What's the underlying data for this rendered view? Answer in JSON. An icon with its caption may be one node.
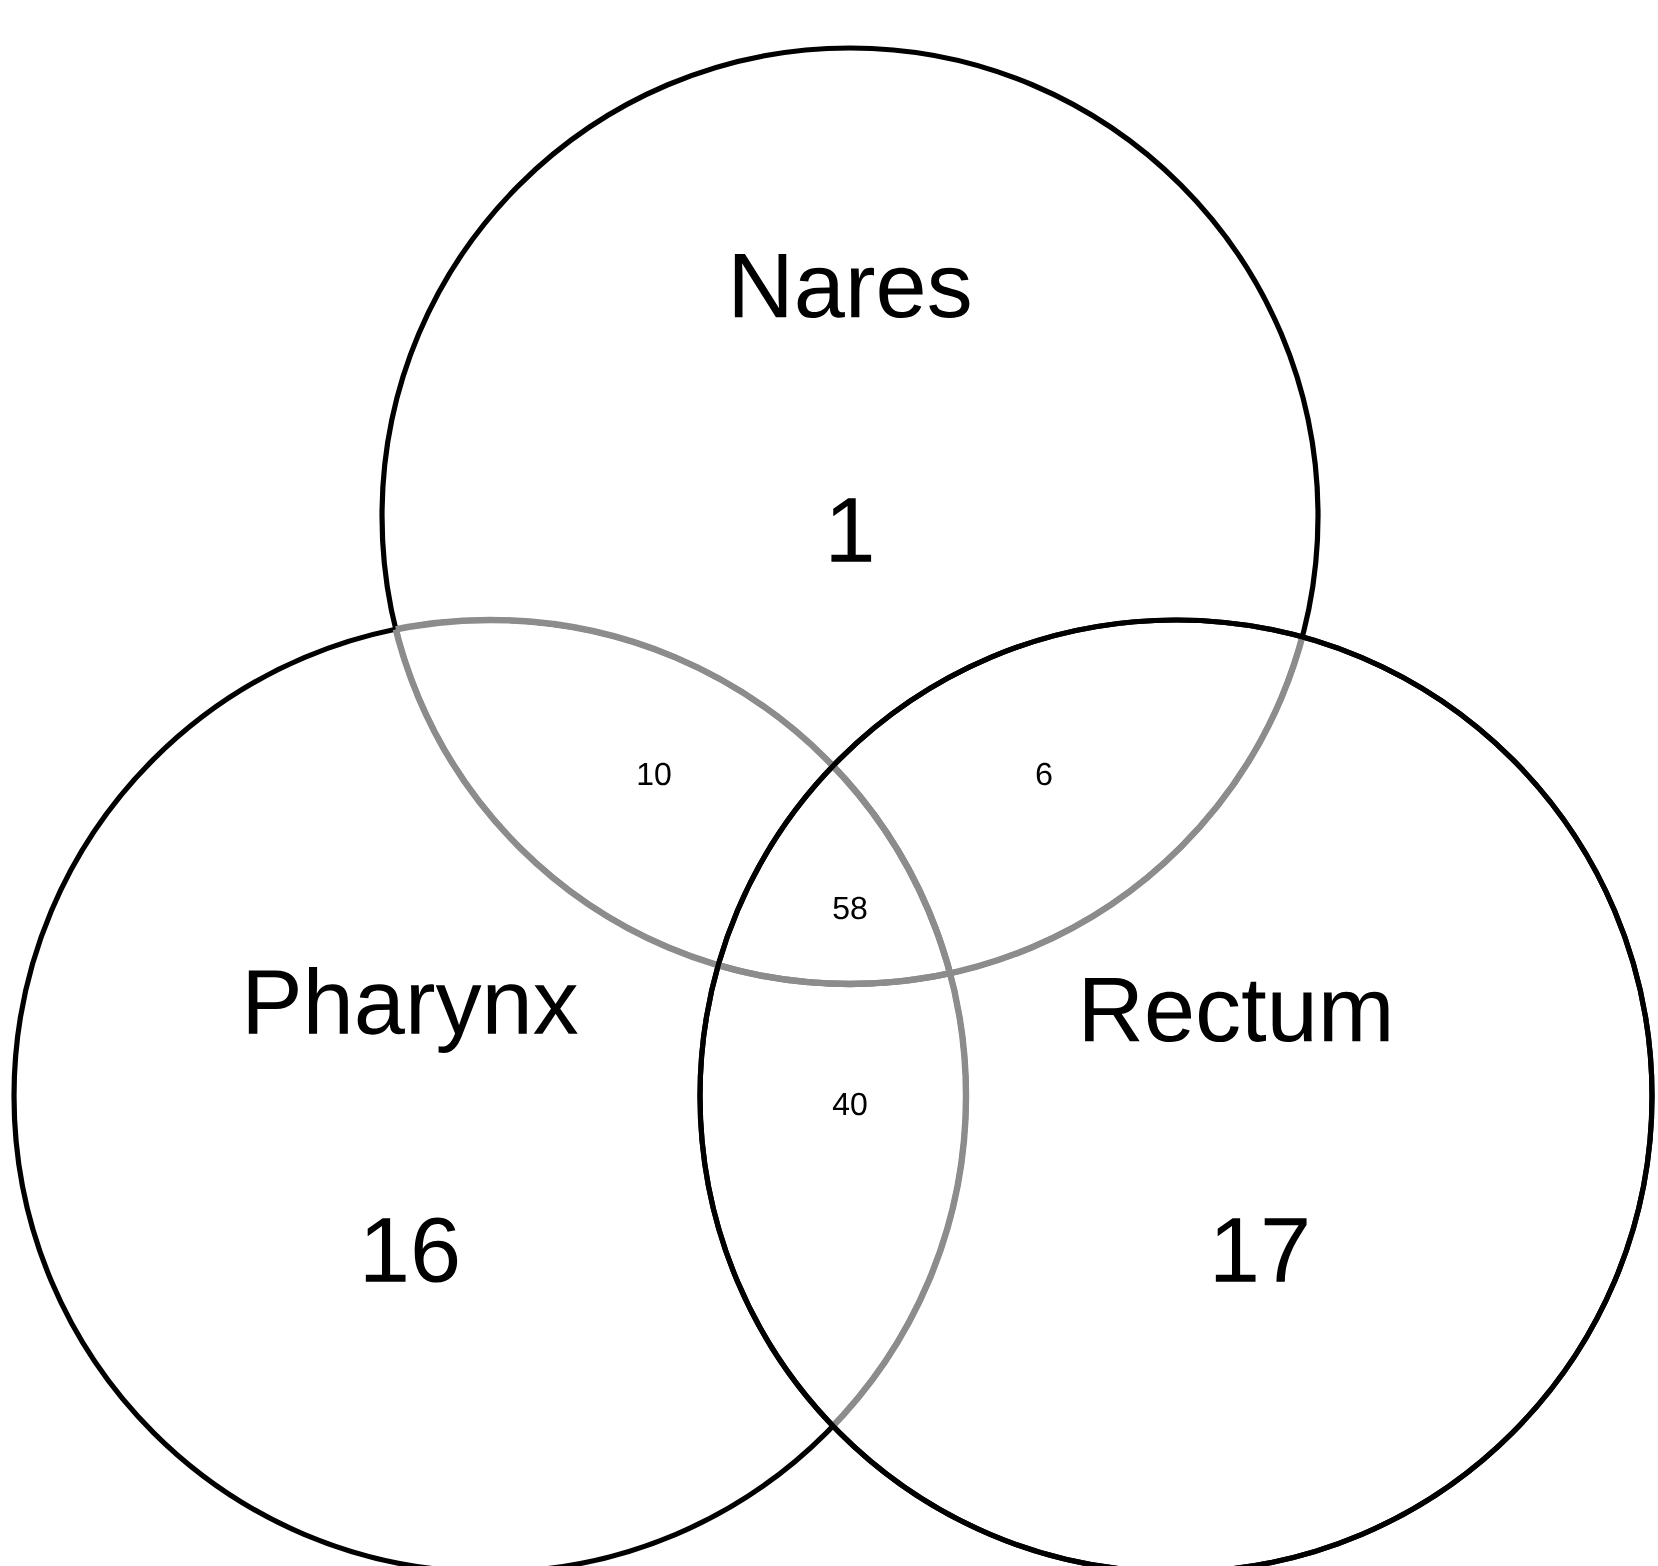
{
  "diagram": {
    "nodes": [
      {
        "text": [
          "Nares",
          "1"
        ]
      },
      {
        "text": [
          "Pharynx",
          "16"
        ]
      },
      {
        "text": [
          "Rectum",
          "17"
        ]
      }
    ],
    "labels": [
      "10",
      "6",
      "58",
      "40"
    ]
  }
}
